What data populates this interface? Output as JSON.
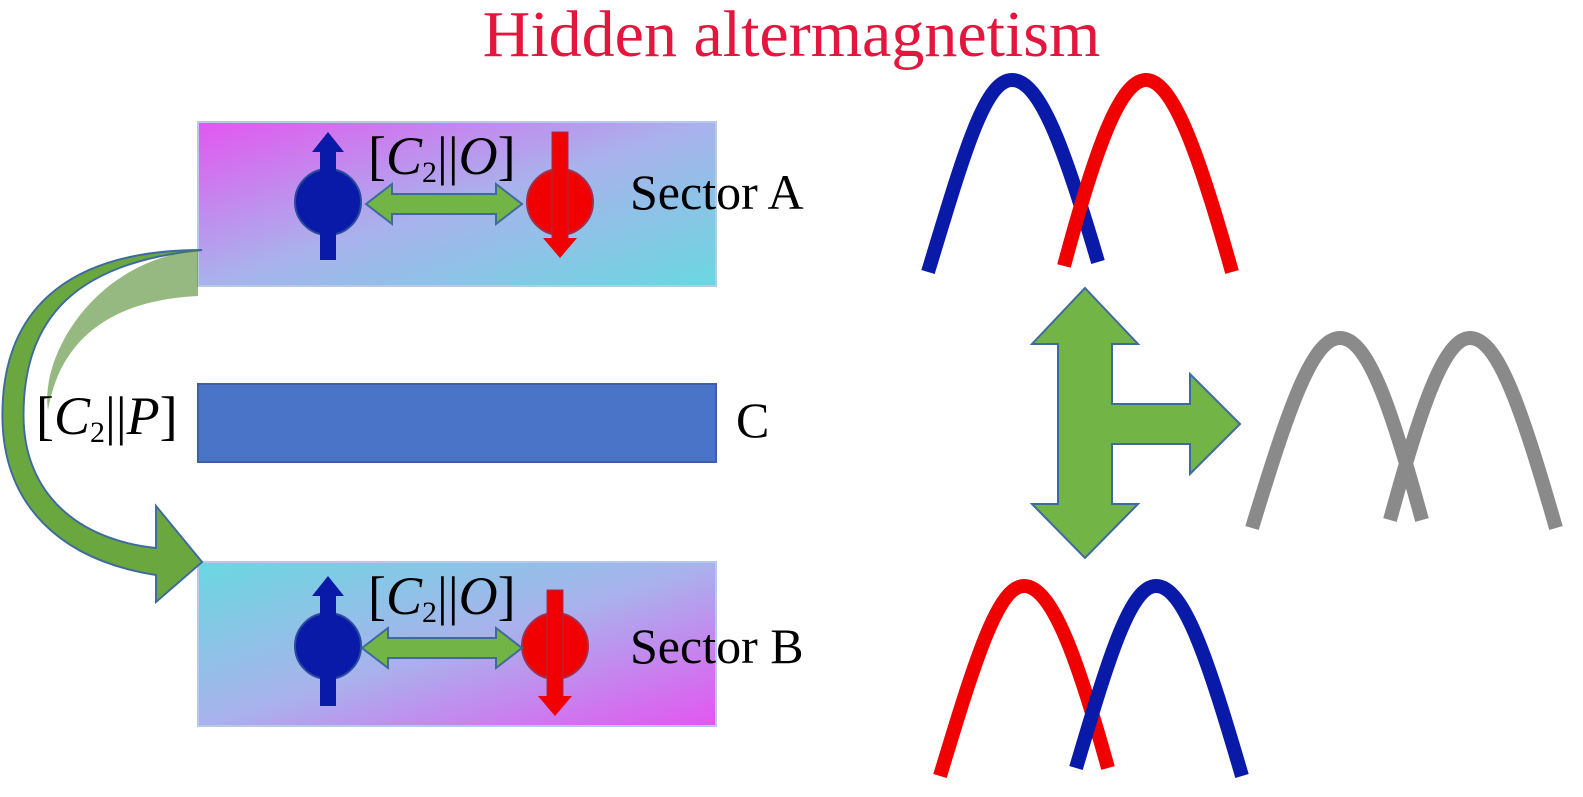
{
  "title": "Hidden altermagnetism",
  "sector_a": {
    "label": "Sector A",
    "symmetry": {
      "bracket_open": "[",
      "op": "C",
      "sub": "2",
      "sep": "||",
      "op2": "O",
      "bracket_close": "]"
    }
  },
  "sector_b": {
    "label": "Sector B",
    "symmetry": {
      "bracket_open": "[",
      "op": "C",
      "sub": "2",
      "sep": "||",
      "op2": "O",
      "bracket_close": "]"
    }
  },
  "center": {
    "label": "C"
  },
  "inter_sector": {
    "bracket_open": "[",
    "op": "C",
    "sub": "2",
    "sep": "||",
    "op2": "P",
    "bracket_close": "]"
  },
  "colors": {
    "title": "#e3173e",
    "spin_up": "#0a1aa8",
    "spin_down": "#f00000",
    "arrow_green": "#72b446",
    "arrow_green_dark": "#4f8a2d",
    "center_bar": "#4a74c8",
    "degenerate_band": "#8a8a8a",
    "gradient_pink": "#e356f0",
    "gradient_cyan": "#69d8e0"
  }
}
